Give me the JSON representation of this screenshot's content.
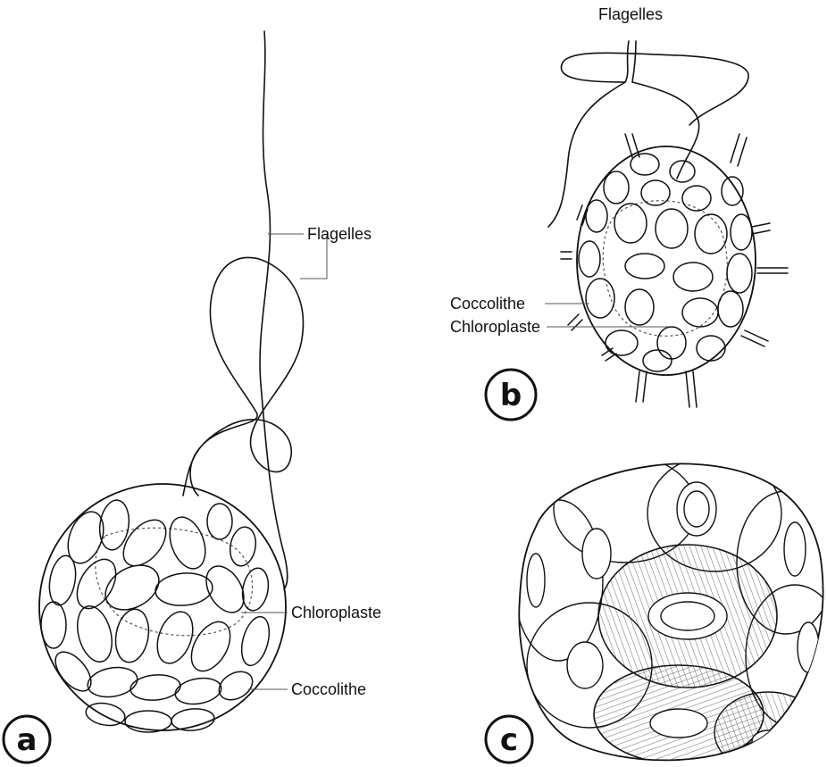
{
  "panels": {
    "a": {
      "letter": "a",
      "labels": {
        "flagella": "Flagelles",
        "chloroplast": "Chloroplaste",
        "coccolith": "Coccolithe"
      }
    },
    "b": {
      "letter": "b",
      "labels": {
        "flagella": "Flagelles",
        "coccolith": "Coccolithe",
        "chloroplast": "Chloroplaste"
      }
    },
    "c": {
      "letter": "c"
    }
  }
}
